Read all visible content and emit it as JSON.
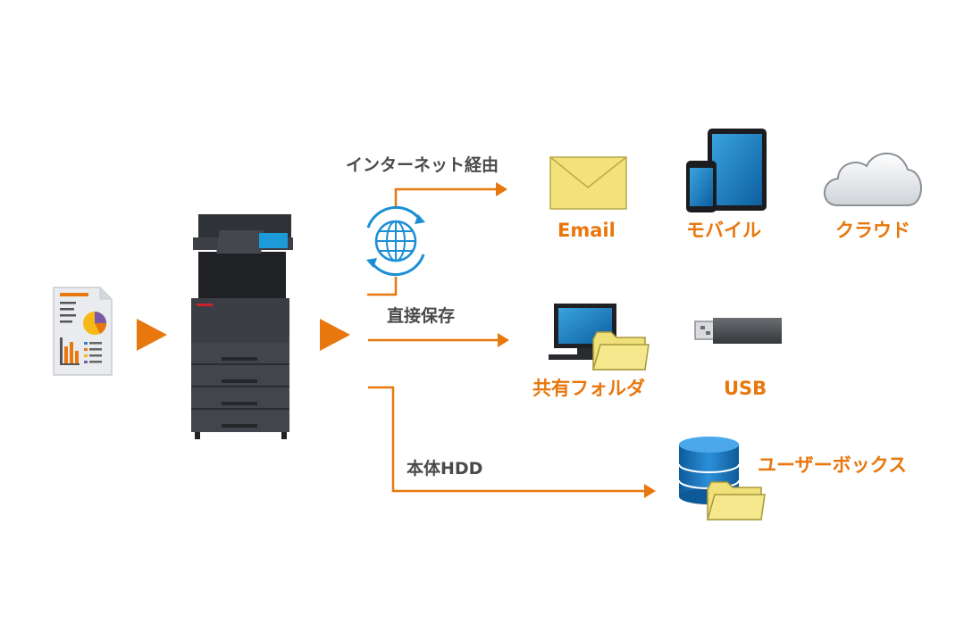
{
  "routes": {
    "internet": "インターネット経由",
    "direct": "直接保存",
    "hdd": "本体HDD"
  },
  "destinations": {
    "email": "Email",
    "mobile": "モバイル",
    "cloud": "クラウド",
    "shared_folder": "共有フォルダ",
    "usb": "USB",
    "user_box": "ユーザーボックス"
  },
  "colors": {
    "accent": "#e8770d",
    "route_text": "#4a4a4a",
    "envelope": "#f3e27a",
    "folder": "#efe07a",
    "globe": "#1a8fd6",
    "device_body": "#3b3e45",
    "database": "#1f7bc4"
  },
  "icons": [
    "document-chart-icon",
    "multifunction-printer-icon",
    "globe-icon",
    "envelope-icon",
    "mobile-devices-icon",
    "cloud-icon",
    "computer-folder-icon",
    "usb-drive-icon",
    "database-folder-icon"
  ]
}
